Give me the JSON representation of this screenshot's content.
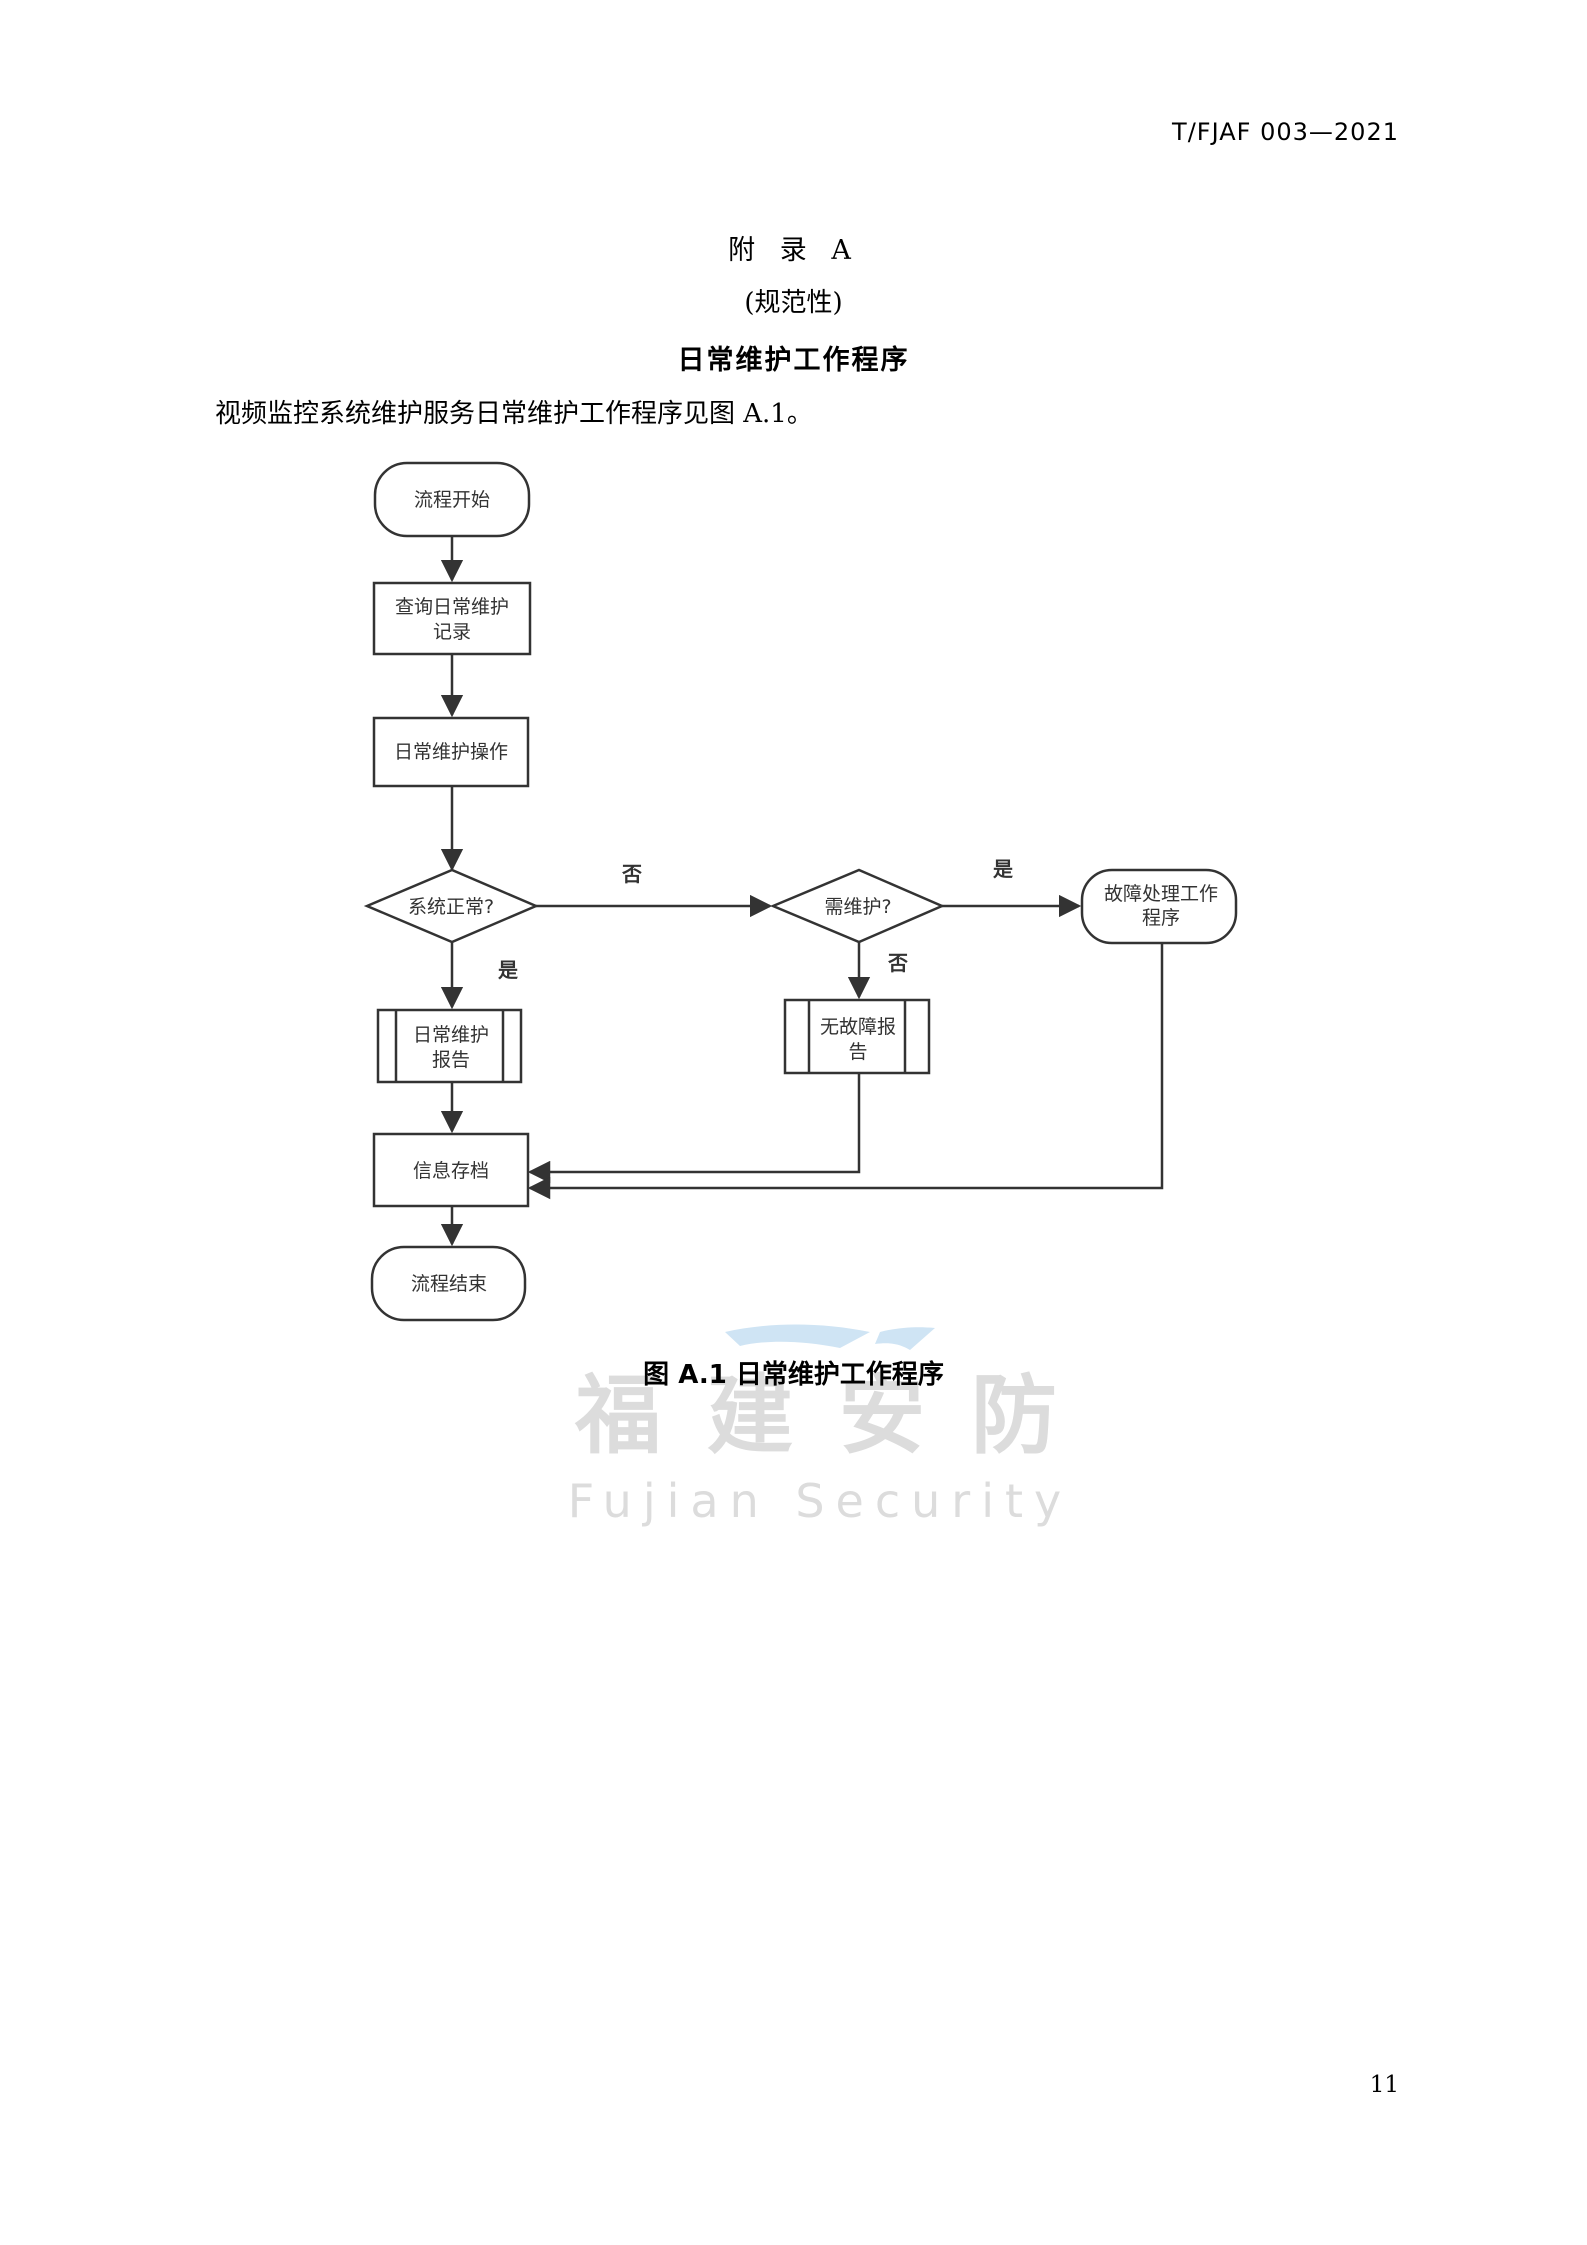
{
  "header": {
    "doc_code": "T/FJAF 003—2021"
  },
  "appendix": {
    "title": "附 录 A",
    "type": "(规范性)",
    "heading": "日常维护工作程序"
  },
  "intro_text": "视频监控系统维护服务日常维护工作程序见图 A.1。",
  "flowchart": {
    "nodes": {
      "start": "流程开始",
      "query_line1": "查询日常维护",
      "query_line2": "记录",
      "operate": "日常维护操作",
      "decision_normal": "系统正常?",
      "decision_maintain": "需维护?",
      "fault_line1": "故障处理工作",
      "fault_line2": "程序",
      "report_line1": "日常维护",
      "report_line2": "报告",
      "nofault_line1": "无故障报",
      "nofault_line2": "告",
      "archive": "信息存档",
      "end": "流程结束"
    },
    "labels": {
      "no_1": "否",
      "yes_1": "是",
      "yes_2": "是",
      "no_2": "否"
    }
  },
  "figure_caption": "图 A.1  日常维护工作程序",
  "watermark": {
    "cn": "福 建 安 防",
    "en": "Fujian Security"
  },
  "page_number": "11"
}
